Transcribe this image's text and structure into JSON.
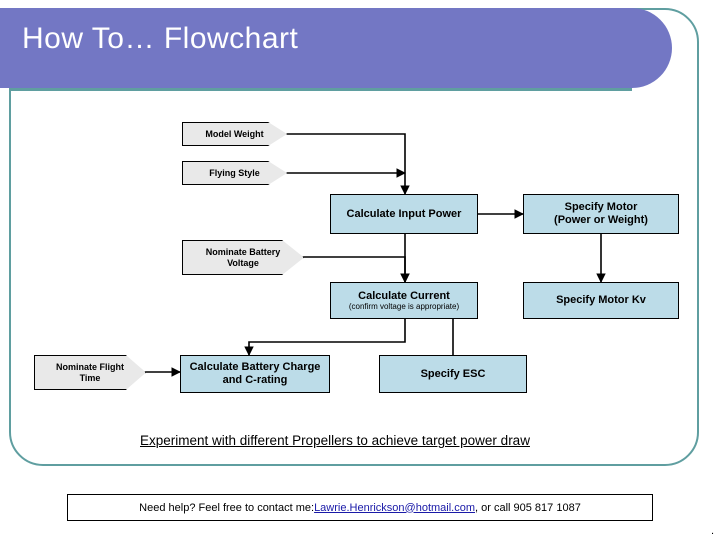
{
  "slide": {
    "title": "How To… Flowchart",
    "theme": {
      "banner_color": "#7377c4",
      "frame_color": "#5f9ea0",
      "node_fill": "#bcdce8",
      "input_fill": "#e9e9e9",
      "link_color": "#1a1aa8"
    }
  },
  "flowchart": {
    "inputs": [
      {
        "label": "Model Weight"
      },
      {
        "label": "Flying Style"
      },
      {
        "label": "Nominate Battery Voltage",
        "line1": "Nominate Battery",
        "line2": "Voltage"
      },
      {
        "label": "Nominate Flight Time",
        "line1": "Nominate Flight",
        "line2": "Time"
      }
    ],
    "processes": [
      {
        "label": "Calculate Input Power",
        "sub": ""
      },
      {
        "label": "Specify Motor",
        "line1": "Specify Motor",
        "line2": "(Power or Weight)"
      },
      {
        "label": "Calculate Current",
        "sub": "(confirm voltage is appropriate)"
      },
      {
        "label": "Specify Motor Kv"
      },
      {
        "label": "Calculate Battery Charge and C-rating",
        "line1": "Calculate Battery Charge",
        "line2": "and C-rating"
      },
      {
        "label": "Specify ESC"
      }
    ]
  },
  "footer": {
    "experiment_note": "Experiment with different Propellers to achieve target power draw",
    "contact_prefix": "Need help?  Feel free to contact me:  ",
    "contact_email": "Lawrie.Henrickson@hotmail.com",
    "contact_suffix": ", or call 905 817 1087",
    "page_marker": "."
  }
}
